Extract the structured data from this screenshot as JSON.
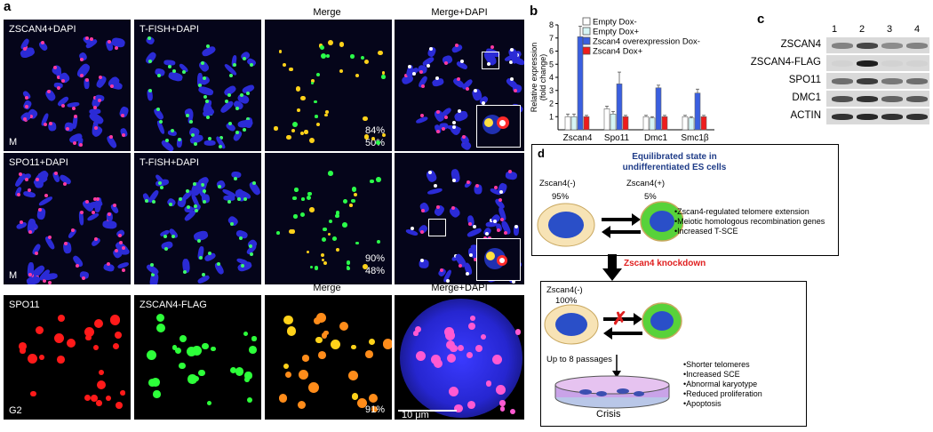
{
  "panel_a": {
    "label": "a",
    "row1": {
      "col1_title": "ZSCAN4+DAPI",
      "col2_title": "T-FISH+DAPI",
      "col3_header": "Merge",
      "col4_header": "Merge+DAPI",
      "stage": "M",
      "pct_top": "84%",
      "pct_bottom": "50%"
    },
    "row2": {
      "col1_title": "SPO11+DAPI",
      "col2_title": "T-FISH+DAPI",
      "stage": "M",
      "pct_top": "90%",
      "pct_bottom": "48%"
    },
    "row3": {
      "col1_title": "SPO11",
      "col2_title": "ZSCAN4-FLAG",
      "col3_header": "Merge",
      "col4_header": "Merge+DAPI",
      "stage": "G2",
      "pct": "91%",
      "scale_bar": "10 μm"
    }
  },
  "panel_b": {
    "label": "b",
    "ylabel": "Relative expression\n(fold change)",
    "legend": [
      {
        "name": "Empty Dox-",
        "color": "#ffffff"
      },
      {
        "name": "Empty Dox+",
        "color": "#d6f5f5"
      },
      {
        "name": "Zscan4 overexpression Dox-",
        "color": "#3a5fe0"
      },
      {
        "name": "Zscan4 Dox+",
        "color": "#ee1c1c"
      }
    ]
  },
  "chart_data": {
    "type": "bar",
    "categories": [
      "Zscan4",
      "Spo11",
      "Dmc1",
      "Smc1β"
    ],
    "series": [
      {
        "name": "Empty Dox-",
        "values": [
          1.0,
          1.6,
          1.0,
          1.0
        ]
      },
      {
        "name": "Empty Dox+",
        "values": [
          1.0,
          1.2,
          0.9,
          0.9
        ]
      },
      {
        "name": "Zscan4 overexpression Dox-",
        "values": [
          7.1,
          3.5,
          3.2,
          2.8
        ]
      },
      {
        "name": "Zscan4 Dox+",
        "values": [
          1.0,
          1.0,
          1.0,
          1.0
        ]
      }
    ],
    "errors": [
      [
        0.2,
        0.2,
        0.1,
        0.1
      ],
      [
        0.2,
        0.2,
        0.1,
        0.1
      ],
      [
        0.8,
        0.9,
        0.2,
        0.3
      ],
      [
        0.1,
        0.1,
        0.1,
        0.1
      ]
    ],
    "ylim": [
      0,
      8
    ],
    "yticks": [
      "1",
      "2",
      "3",
      "4",
      "5",
      "6",
      "7",
      "8"
    ],
    "ylabel": "Relative expression (fold change)"
  },
  "panel_c": {
    "label": "c",
    "lanes": [
      "1",
      "2",
      "3",
      "4"
    ],
    "rows": [
      "ZSCAN4",
      "ZSCAN4-FLAG",
      "SPO11",
      "DMC1",
      "ACTIN"
    ]
  },
  "panel_d": {
    "label": "d",
    "top_box": {
      "title_line1": "Equilibrated state in",
      "title_line2": "undifferentiated ES cells",
      "neg_label": "Zscan4(-)",
      "neg_pct": "95%",
      "pos_label": "Zscan4(+)",
      "pos_pct": "5%",
      "bullets": [
        "•Zscan4-regulated telomere extension",
        "•Meiotic homologous recombination genes",
        "•Increased T-SCE"
      ]
    },
    "knockdown_label": "Zscan4 knockdown",
    "bottom_box": {
      "neg_label": "Zscan4(-)",
      "neg_pct": "100%",
      "passages": "Up to 8 passages",
      "dish_label": "Crisis",
      "bullets": [
        "•Shorter telomeres",
        "•Increased SCE",
        "•Abnormal karyotype",
        "•Reduced proliferation",
        "•Apoptosis"
      ]
    },
    "colors": {
      "knockdown": "#e02020",
      "title": "#1f3c88",
      "cell_yellow": "#f7e3b5",
      "cell_green": "#58d23a",
      "nucleus": "#2a4fc8"
    }
  }
}
